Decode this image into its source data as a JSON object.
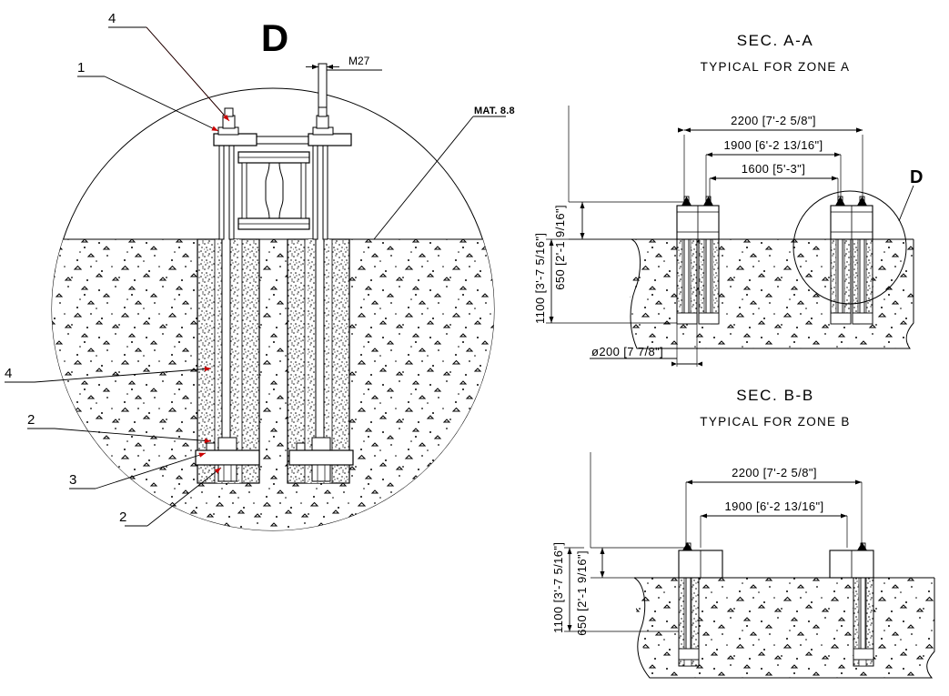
{
  "drawing": {
    "type": "engineering-detail-drawing",
    "background": "#ffffff",
    "line_color": "#000000",
    "accent_color": "#cc0000"
  },
  "detail_view": {
    "detail_tag": "D",
    "bolt_thread_label": "M27",
    "material_note": "MAT. 8.8",
    "leaders": [
      {
        "id": "lead-4-top",
        "label": "4"
      },
      {
        "id": "lead-1",
        "label": "1"
      },
      {
        "id": "lead-4-mid",
        "label": "4"
      },
      {
        "id": "lead-2-upper",
        "label": "2"
      },
      {
        "id": "lead-3",
        "label": "3"
      },
      {
        "id": "lead-2-lower",
        "label": "2"
      }
    ]
  },
  "section_a": {
    "title": "SEC. A-A",
    "subtitle": "TYPICAL FOR ZONE A",
    "detail_tag": "D",
    "dimensions": {
      "overall_width": "2200  [7'-2 5/8\"]",
      "inner_width": "1900  [6'-2 13/16\"]",
      "innermost_width": "1600  [5'-3\"]",
      "height_above": "650  [2'-1 9/16\"]",
      "depth_below": "1100  [3'-7 5/16\"]",
      "sleeve_diameter": "ø200  [7 7/8\"]"
    }
  },
  "section_b": {
    "title": "SEC. B-B",
    "subtitle": "TYPICAL FOR ZONE B",
    "dimensions": {
      "overall_width": "2200  [7'-2 5/8\"]",
      "inner_width": "1900  [6'-2 13/16\"]",
      "height_above": "650  [2'-1 9/16\"]",
      "depth_below": "1100  [3'-7 5/16\"]"
    }
  }
}
